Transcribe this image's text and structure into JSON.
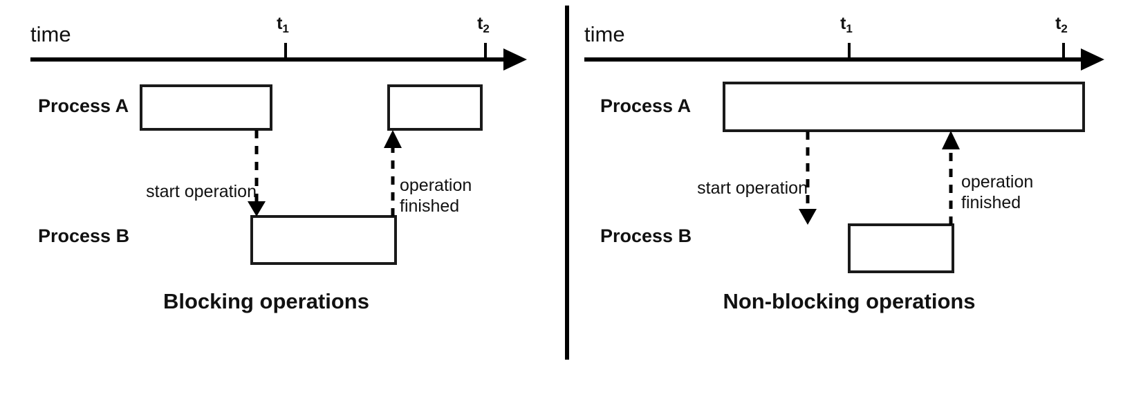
{
  "figure": {
    "title_left": "Blocking operations",
    "title_right": "Non-blocking operations"
  },
  "panels": [
    {
      "id": "blocking",
      "caption": "Blocking operations",
      "axis": {
        "label": "time",
        "ticks": [
          {
            "base": "t",
            "sub": "1"
          },
          {
            "base": "t",
            "sub": "2"
          }
        ]
      },
      "lanes": [
        {
          "label": "Process A"
        },
        {
          "label": "Process B"
        }
      ],
      "annotations": [
        {
          "text": "start operation"
        },
        {
          "line1": "operation",
          "line2": "finished"
        }
      ]
    },
    {
      "id": "non-blocking",
      "caption": "Non-blocking operations",
      "axis": {
        "label": "time",
        "ticks": [
          {
            "base": "t",
            "sub": "1"
          },
          {
            "base": "t",
            "sub": "2"
          }
        ]
      },
      "lanes": [
        {
          "label": "Process A"
        },
        {
          "label": "Process B"
        }
      ],
      "annotations": [
        {
          "text": "start operation"
        },
        {
          "line1": "operation",
          "line2": "finished"
        }
      ]
    }
  ],
  "colors": {
    "ink": "#000000",
    "box_stroke": "#1a1a1a",
    "background": "#ffffff"
  }
}
